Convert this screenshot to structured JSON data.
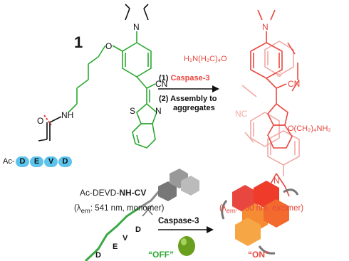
{
  "compound": {
    "number": "1",
    "name_prefix": "Ac-DEVD-",
    "name_bold": "NH-CV",
    "emission_left": {
      "lambda": "λ",
      "sub": "em",
      "text": ": 541 nm, monomer)",
      "open": "("
    },
    "emission_right": {
      "lambda": "λ",
      "sub": "em",
      "text": ": 660 nm, excimer)",
      "open": "("
    }
  },
  "peptide": {
    "prefix": "Ac-",
    "residues": [
      "D",
      "E",
      "V",
      "D"
    ]
  },
  "atoms": {
    "N": "N",
    "O": "O",
    "S": "S",
    "CN": "CN",
    "NC": "NC",
    "NH": "NH",
    "linker_left": "H₂N(H₂C)₄O",
    "linker_right": "O(CH₂)₄NH₂"
  },
  "conditions": {
    "step1_num": "(1) ",
    "step1_enzyme": "Caspase-3",
    "step2": "(2)  Assembly to",
    "step2_line2": "aggregates"
  },
  "cartoon": {
    "enzyme_label": "Caspase-3",
    "peptide_letters": [
      "D",
      "E",
      "V",
      "D"
    ],
    "off_label": "“OFF”",
    "on_label": "“ON”"
  },
  "colors": {
    "probe": "#2aa830",
    "product": "#e8473f",
    "product_faint": "#f2a9a4",
    "peptide_bead": "#5cc3ec",
    "enzyme_blob": "#6a9e1f"
  }
}
